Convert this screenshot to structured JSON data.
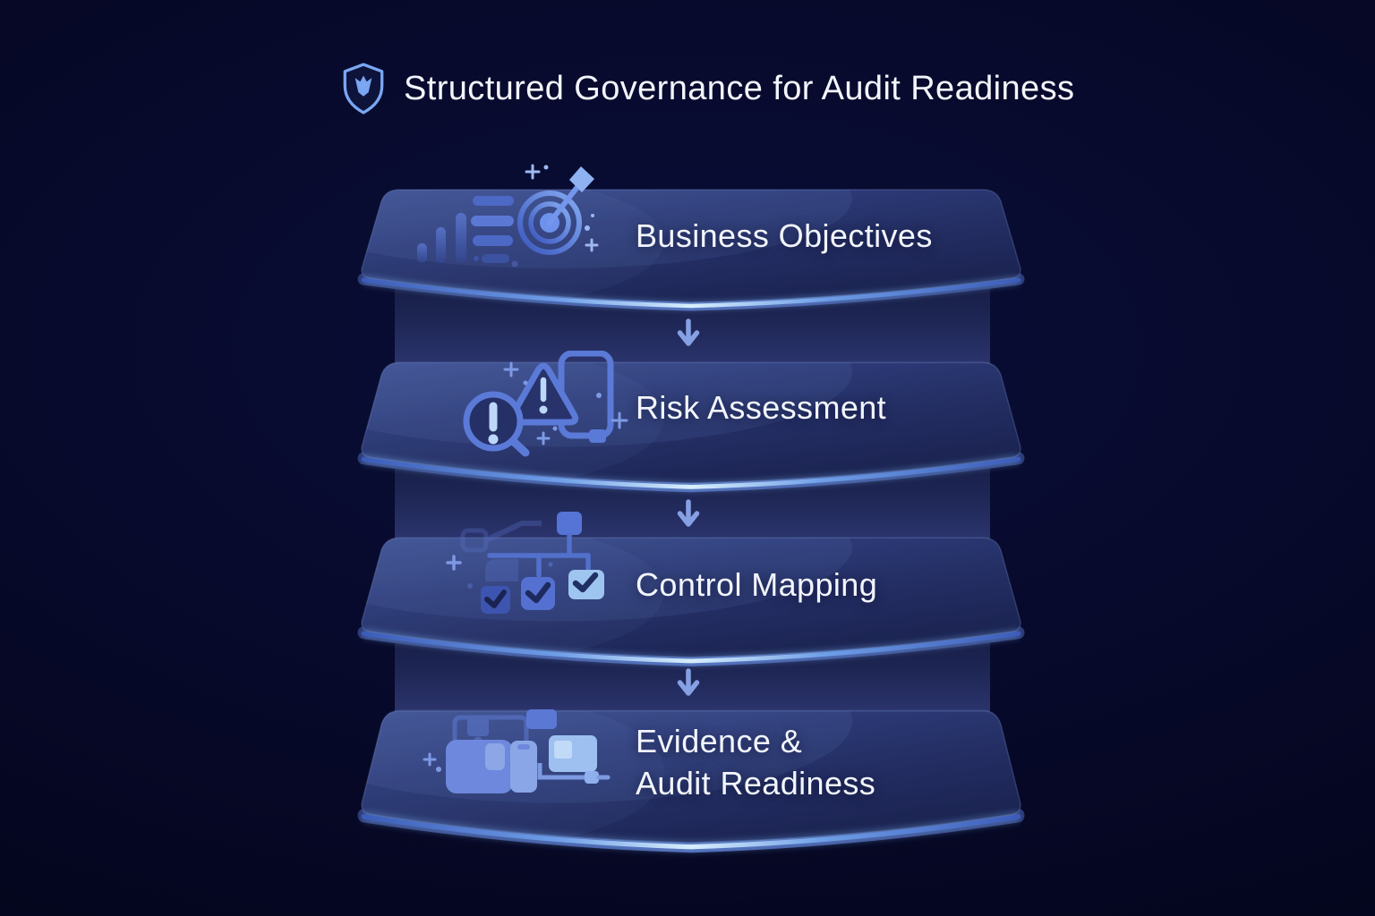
{
  "header": {
    "title": "Structured Governance for Audit Readiness",
    "icon": "shield-check-icon"
  },
  "diagram": {
    "type": "layered-flow",
    "layers": [
      {
        "id": "business-objectives",
        "lines": [
          "Business Objectives"
        ],
        "icon": "target-dart-icon"
      },
      {
        "id": "risk-assessment",
        "lines": [
          "Risk Assessment"
        ],
        "icon": "warning-magnifier-icon"
      },
      {
        "id": "control-mapping",
        "lines": [
          "Control Mapping"
        ],
        "icon": "checklist-flowchart-icon"
      },
      {
        "id": "evidence-audit-readiness",
        "lines": [
          "Evidence &",
          "Audit Readiness"
        ],
        "icon": "evidence-stack-icon"
      }
    ],
    "connector_icon": "arrow-down-icon",
    "connector_count": 3
  },
  "colors": {
    "background": "#05061f",
    "panel": "#273166",
    "panel_rim": "#c9e6fa",
    "band": "#1d2553",
    "arrow": "#86a0e4",
    "icon_accent": "#5b7ad8",
    "icon_light": "#bcd7f8",
    "text": "#f2f5fd"
  }
}
